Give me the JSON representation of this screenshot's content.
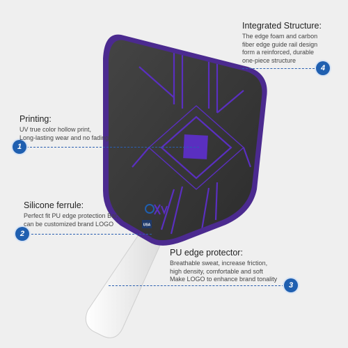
{
  "callouts": [
    {
      "number": "1",
      "title": "Printing:",
      "lines": [
        "UV true color hollow print,",
        "Long-lasting wear and no fading"
      ]
    },
    {
      "number": "2",
      "title": "Silicone ferrule:",
      "lines": [
        "Perfect fit PU edge protection Bar,",
        "can be customized brand LOGO"
      ]
    },
    {
      "number": "3",
      "title": "PU edge protector:",
      "lines": [
        "Breathable sweat, increase friction,",
        "high density, comfortable and soft",
        "Make LOGO to enhance brand tonality"
      ]
    },
    {
      "number": "4",
      "title": "Integrated Structure:",
      "lines": [
        "The edge foam and carbon",
        "fiber edge guide rail design",
        "form a reinforced, durable",
        "one-piece structure"
      ]
    }
  ],
  "paddle": {
    "brand_text": "USA",
    "colors": {
      "edge": "#4b2a8f",
      "face": "#3a3a3a",
      "pattern": "#5a2fc0",
      "grip": "#f7f7f7",
      "accent": "#1f5fb0"
    }
  }
}
